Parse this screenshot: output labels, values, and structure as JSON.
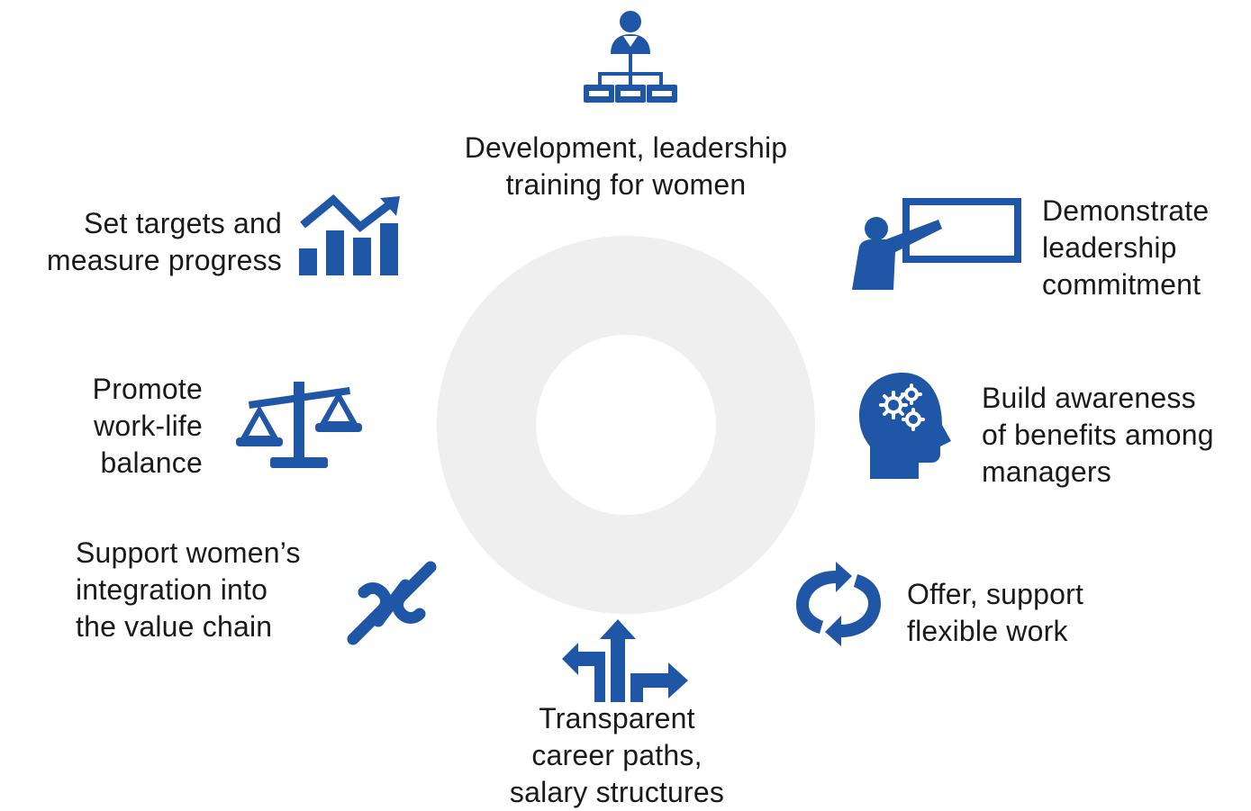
{
  "accent_color": "#1f56a6",
  "ring_color": "#efefef",
  "items": [
    {
      "id": "development",
      "icon": "leader-hierarchy-icon",
      "lines": [
        "Development, leadership",
        "training for women"
      ]
    },
    {
      "id": "commitment",
      "icon": "presenter-board-icon",
      "lines": [
        "Demonstrate",
        "leadership",
        "commitment"
      ]
    },
    {
      "id": "awareness",
      "icon": "head-gears-icon",
      "lines": [
        "Build awareness",
        "of benefits among",
        "managers"
      ]
    },
    {
      "id": "flexible",
      "icon": "rotating-arrows-icon",
      "lines": [
        "Offer, support",
        "flexible work"
      ]
    },
    {
      "id": "career",
      "icon": "direction-arrows-icon",
      "lines": [
        "Transparent",
        "career paths,",
        "salary structures"
      ]
    },
    {
      "id": "value-chain",
      "icon": "chain-link-icon",
      "lines": [
        "Support women’s",
        "integration into",
        "the value chain"
      ]
    },
    {
      "id": "balance",
      "icon": "balance-scale-icon",
      "lines": [
        "Promote",
        "work-life",
        "balance"
      ]
    },
    {
      "id": "targets",
      "icon": "rising-bar-chart-icon",
      "lines": [
        "Set targets and",
        "measure progress"
      ]
    }
  ]
}
